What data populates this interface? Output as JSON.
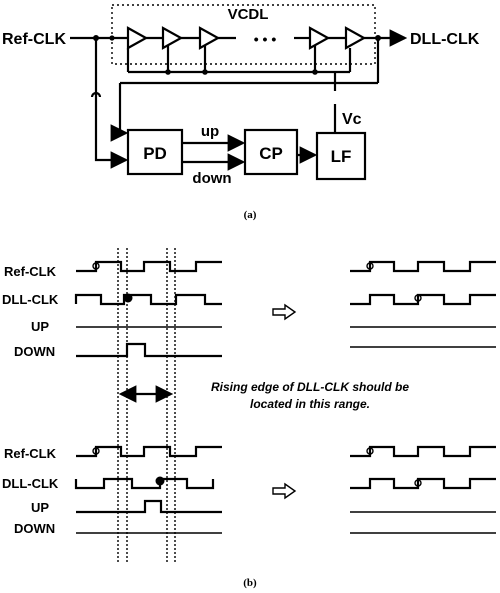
{
  "diagram_a": {
    "vcdl": "VCDL",
    "ref_clk": "Ref-CLK",
    "dll_clk": "DLL-CLK",
    "ellipsis": "• • •",
    "vc": "Vc",
    "pd": "PD",
    "cp": "CP",
    "lf": "LF",
    "up": "up",
    "down": "down",
    "caption": "(a)"
  },
  "diagram_b": {
    "top_left": [
      "Ref-CLK",
      "DLL-CLK",
      "UP",
      "DOWN"
    ],
    "bottom_left": [
      "Ref-CLK",
      "DLL-CLK",
      "UP",
      "DOWN"
    ],
    "note_line1": "Rising edge of DLL-CLK should be",
    "note_line2": "located in this range.",
    "caption": "(b)"
  }
}
